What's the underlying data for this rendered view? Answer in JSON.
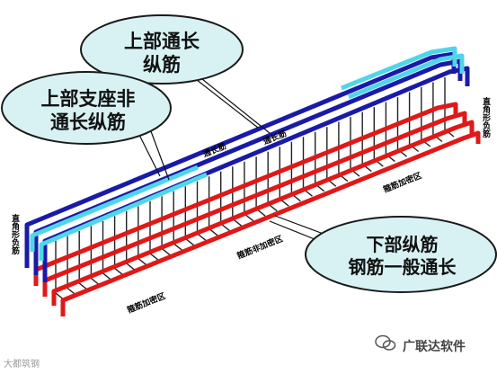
{
  "callouts": {
    "top_through": "上部通长\n纵筋",
    "top_support": "上部支座非\n通长纵筋",
    "bottom": "下部纵筋\n钢筋一般通长"
  },
  "labels": {
    "through_bar_1": "通长筋",
    "through_bar_2": "通长筋",
    "stirrup_dense_right": "箍筋加密区",
    "stirrup_dense_left": "箍筋加密区",
    "stirrup_sparse": "箍筋非加密区",
    "right_end_bar": "直角形负筋",
    "left_end_bar": "直角形负筋"
  },
  "watermarks": {
    "left": "大都筑钢",
    "right": "广联达软件"
  },
  "colors": {
    "top_through": "#1a1aa8",
    "top_support": "#4fd6e8",
    "bottom": "#e01818",
    "stirrup": "#222222",
    "bubble_fill": "#d8f2f4",
    "bubble_stroke": "#1a1a1a"
  }
}
